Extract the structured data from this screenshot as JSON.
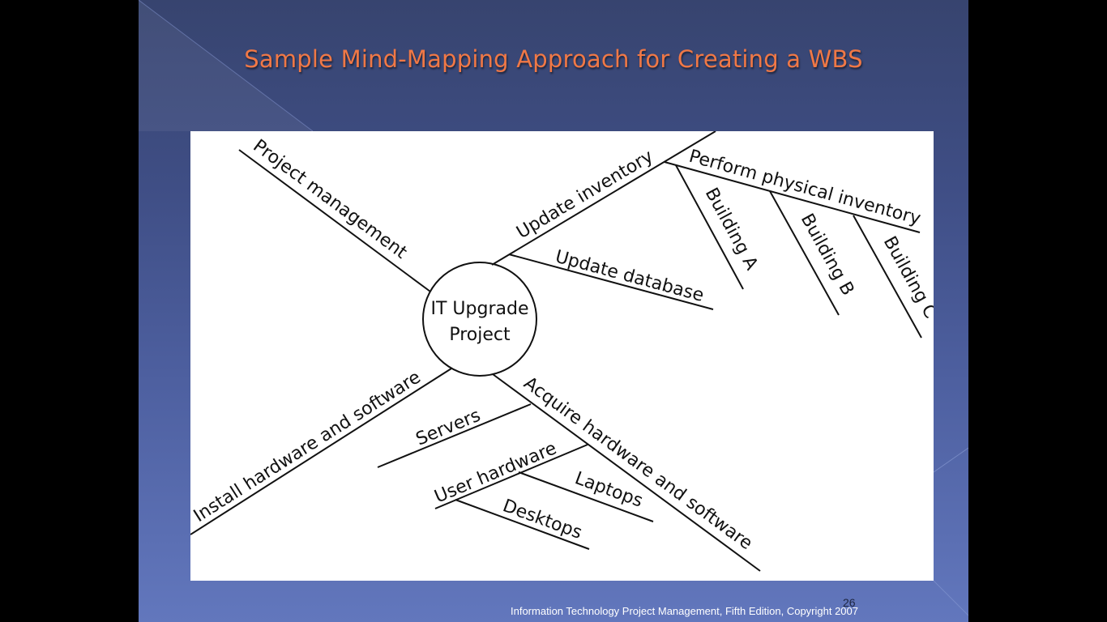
{
  "slide": {
    "title": "Sample Mind-Mapping Approach for Creating a WBS",
    "slide_number": "26",
    "footer": "Information Technology Project Management, Fifth Edition, Copyright 2007"
  },
  "diagram": {
    "center_line1": "IT Upgrade",
    "center_line2": "Project",
    "nodes": {
      "project_management": "Project  management",
      "update_inventory": "Update inventory",
      "update_database": "Update database",
      "perform_physical_inventory": "Perform physical inventory",
      "building_a": "Building A",
      "building_b": "Building B",
      "building_c": "Building C",
      "install_hw_sw": "Install hardware and software",
      "acquire_hw_sw": "Acquire hardware and software",
      "servers": "Servers",
      "user_hardware": "User hardware",
      "laptops": "Laptops",
      "desktops": "Desktops"
    }
  }
}
